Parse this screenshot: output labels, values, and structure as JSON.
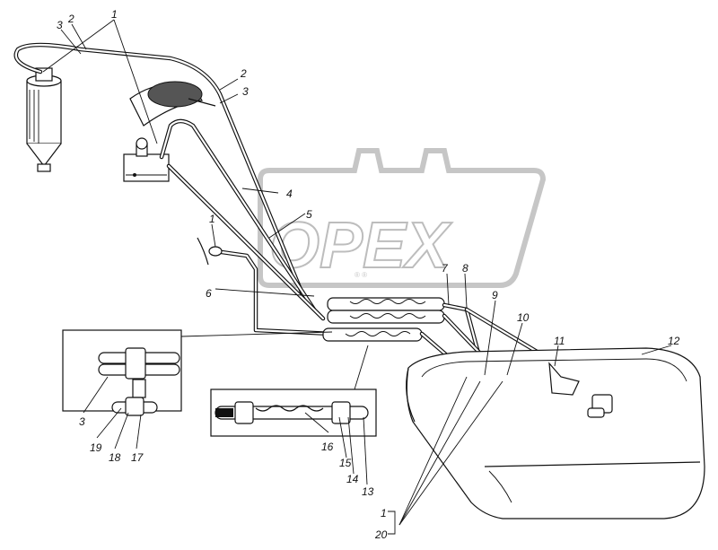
{
  "watermark": {
    "text": "OPEX",
    "sub": "® ®"
  },
  "callouts": {
    "c1_top": "1",
    "c2_top": "2",
    "c3_top": "3",
    "c2_right": "2",
    "c3_right": "3",
    "c4": "4",
    "c5": "5",
    "c1_mid": "1",
    "c6": "6",
    "c7": "7",
    "c8": "8",
    "c9": "9",
    "c10": "10",
    "c11": "11",
    "c12": "12",
    "c13": "13",
    "c14": "14",
    "c15": "15",
    "c16": "16",
    "c17": "17",
    "c18": "18",
    "c19": "19",
    "c3_box": "3",
    "c1_bottom": "1",
    "c20": "20"
  }
}
